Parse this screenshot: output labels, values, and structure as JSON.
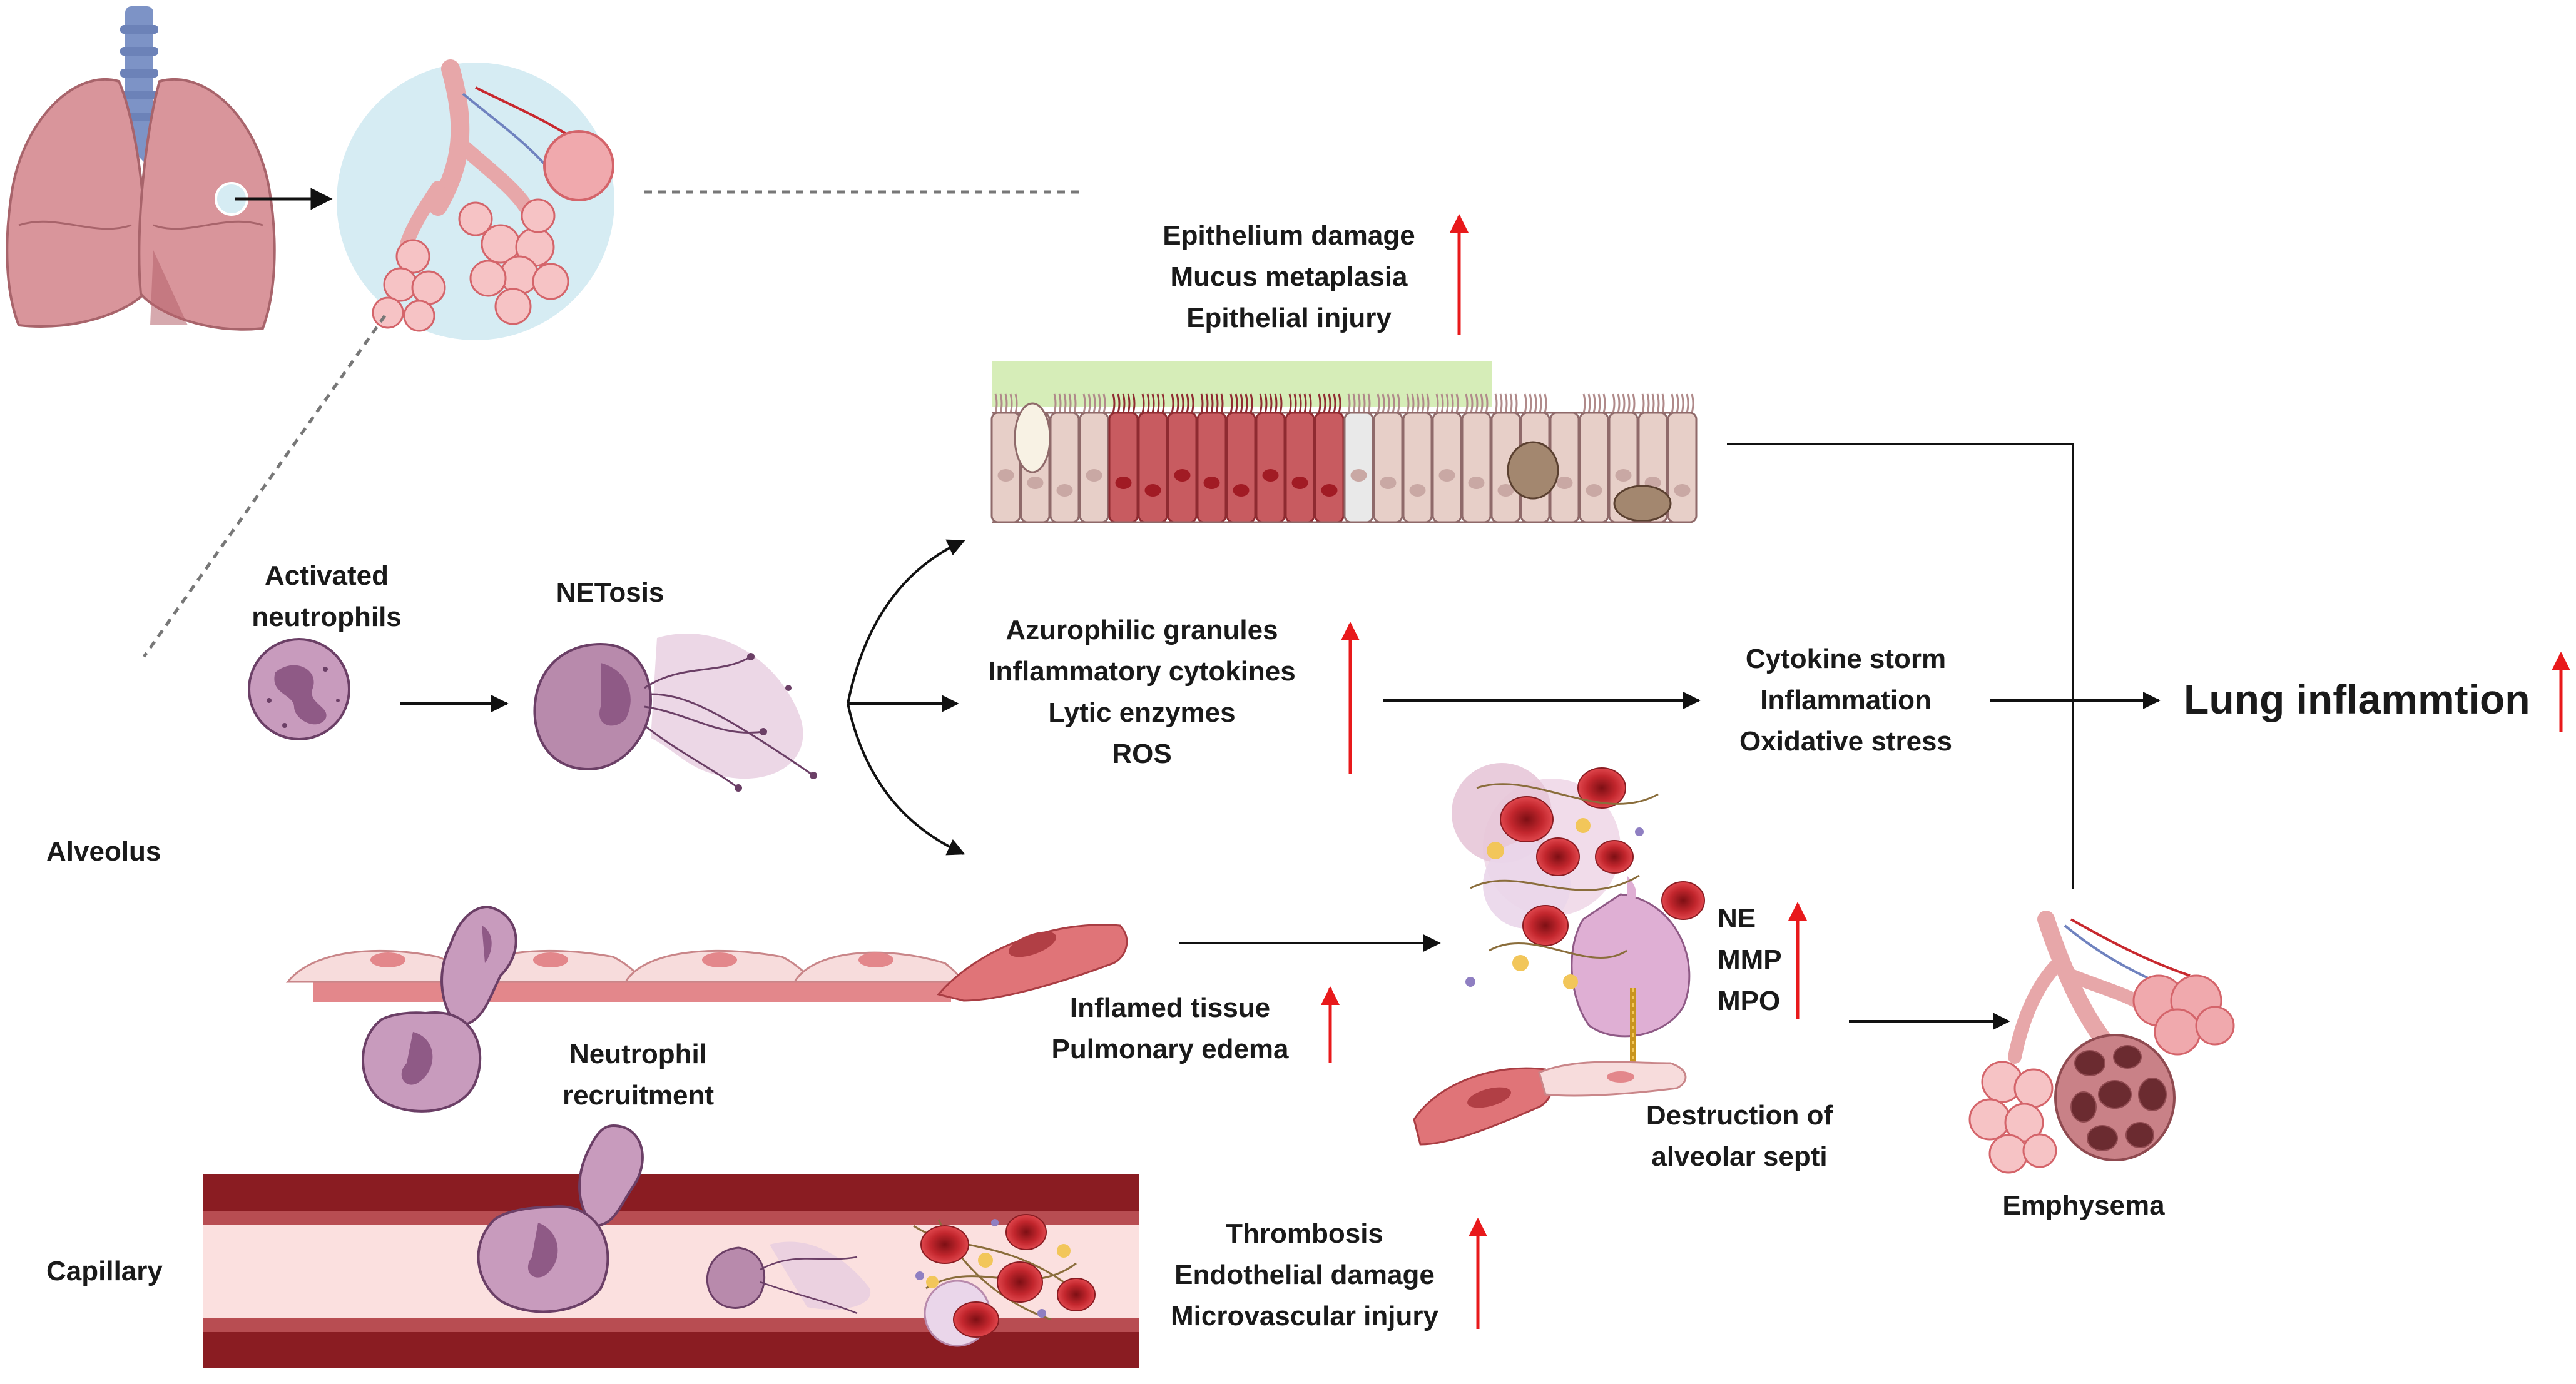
{
  "labels": {
    "activated_neutrophils": [
      "Activated",
      "neutrophils"
    ],
    "netosis": "NETosis",
    "alveolus": "Alveolus",
    "capillary": "Capillary",
    "neutrophil_recruitment": [
      "Neutrophil",
      "recruitment"
    ],
    "epithelium": [
      "Epithelium damage",
      "Mucus metaplasia",
      "Epithelial injury"
    ],
    "granules": [
      "Azurophilic granules",
      "Inflammatory cytokines",
      "Lytic enzymes",
      "ROS"
    ],
    "cytokine_storm": [
      "Cytokine storm",
      "Inflammation",
      "Oxidative stress"
    ],
    "lung_inflammation": "Lung inflammtion",
    "inflamed_tissue": [
      "Inflamed tissue",
      "Pulmonary edema"
    ],
    "enzymes": [
      "NE",
      "MMP",
      "MPO"
    ],
    "destruction": [
      "Destruction of",
      "alveolar septi"
    ],
    "emphysema": "Emphysema",
    "thrombosis": [
      "Thrombosis",
      "Endothelial damage",
      "Microvascular injury"
    ]
  },
  "colors": {
    "up_arrow": "#e8191b",
    "flow_arrow": "#111111",
    "neutrophil": "#c89bbd",
    "neutrophil_nucleus": "#8f5a86",
    "lung": "#d9959b",
    "trachea": "#7d93c6",
    "zoom_circle": "#d6ecf3",
    "epithelium_damaged": "#c85b60",
    "epithelium_normal": "#e7cfc8",
    "cilia_band": "#d6edb8",
    "endothelium": "#f7dcdc",
    "vessel_wall": "#8a1c22",
    "vessel_lumen": "#fbe0df",
    "red_blood_cell": "#c2262d"
  },
  "icons": [
    "lungs-icon",
    "alveoli-zoom-icon",
    "neutrophil-icon",
    "net-icon",
    "epithelium-icon",
    "endothelium-icon",
    "capillary-icon",
    "clot-icon",
    "emphysema-icon",
    "up-arrow-icon"
  ]
}
